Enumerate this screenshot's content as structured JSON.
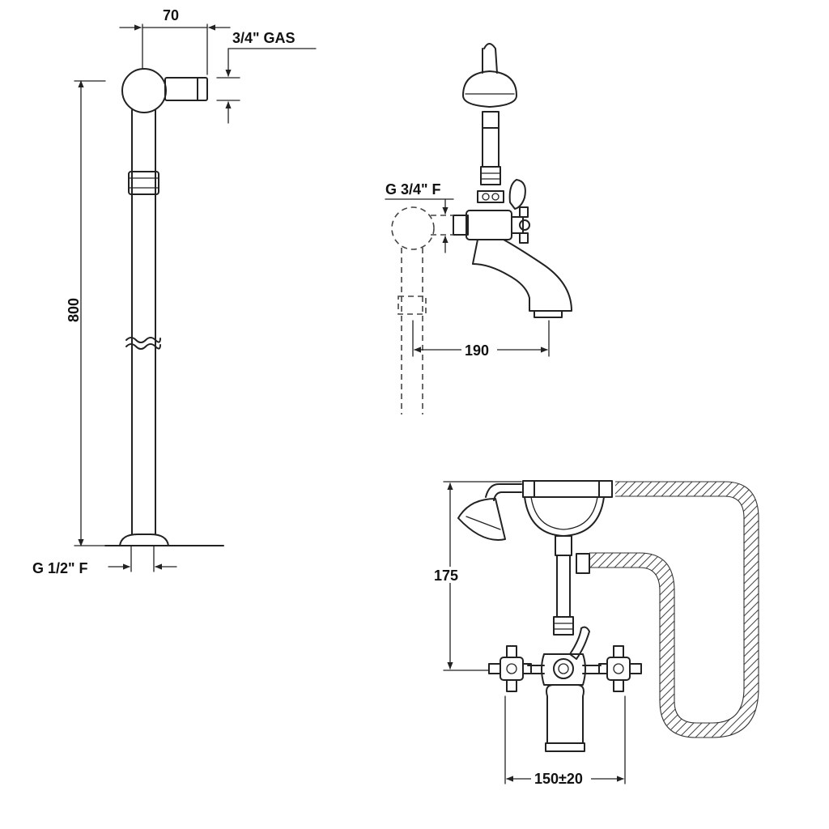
{
  "dimensions": {
    "top_width": "70",
    "top_thread": "3/4\" GAS",
    "height_column": "800",
    "bottom_thread": "G 1/2\" F",
    "mixer_inlet": "G 3/4\" F",
    "spout_reach": "190",
    "mixer_height": "175",
    "centre_distance": "150±20"
  }
}
